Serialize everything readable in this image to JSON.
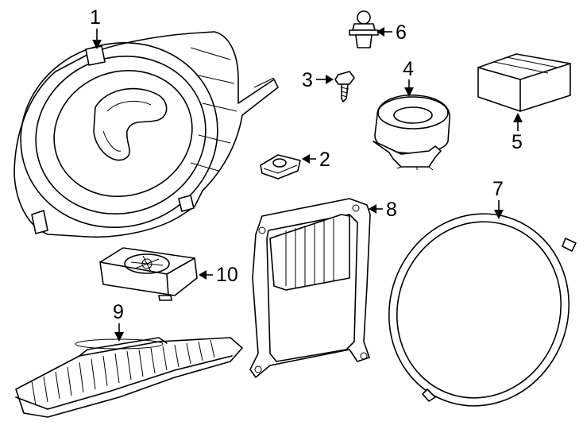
{
  "diagram": {
    "callouts": [
      {
        "label": "1"
      },
      {
        "label": "2"
      },
      {
        "label": "3"
      },
      {
        "label": "4"
      },
      {
        "label": "5"
      },
      {
        "label": "6"
      },
      {
        "label": "7"
      },
      {
        "label": "8"
      },
      {
        "label": "9"
      },
      {
        "label": "10"
      }
    ]
  }
}
